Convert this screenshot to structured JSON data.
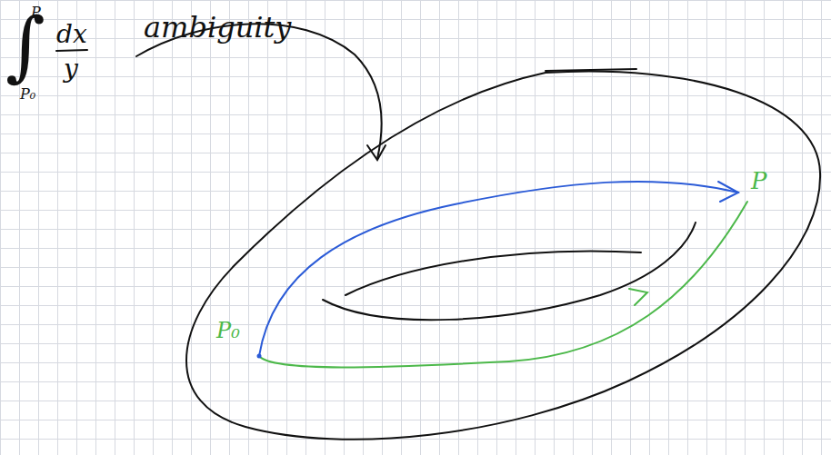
{
  "diagram": {
    "labels": [
      "∫",
      "P",
      "P₀",
      "dx",
      "y",
      "ambiguity",
      "P₀",
      "P"
    ]
  }
}
